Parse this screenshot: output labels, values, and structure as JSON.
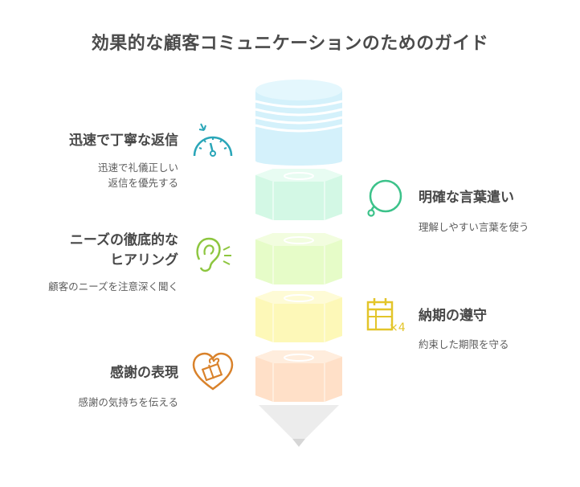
{
  "title": "効果的な顧客コミュニケーションのためのガイド",
  "colors": {
    "blue": "#d4f1fb",
    "green": "#d3f8e5",
    "lime": "#e6fcc8",
    "yellow": "#fdf8b8",
    "peach": "#ffe0c8",
    "pencil_tip": "#ececec",
    "icon_teal": "#2aa6b8",
    "icon_green": "#3cc28a",
    "icon_lime": "#8dc63f",
    "icon_yellow": "#e3c52a",
    "icon_orange": "#d9822b"
  },
  "sections": [
    {
      "id": "speed",
      "heading": "迅速で丁寧な返信",
      "description_lines": [
        "迅速で礼儀正しい",
        "返信を優先する"
      ],
      "icon": "speedometer-icon",
      "color": "blue"
    },
    {
      "id": "clarity",
      "heading": "明確な言葉遣い",
      "description_lines": [
        "理解しやすい言葉を使う"
      ],
      "icon": "speech-bubble-icon",
      "color": "green"
    },
    {
      "id": "listening",
      "heading_lines": [
        "ニーズの徹底的な",
        "ヒアリング"
      ],
      "description_lines": [
        "顧客のニーズを注意深く聞く"
      ],
      "icon": "ear-icon",
      "color": "lime"
    },
    {
      "id": "deadline",
      "heading": "納期の遵守",
      "description_lines": [
        "約束した期限を守る"
      ],
      "icon": "calendar-icon",
      "color": "yellow"
    },
    {
      "id": "gratitude",
      "heading": "感謝の表現",
      "description_lines": [
        "感謝の気持ちを伝える"
      ],
      "icon": "heart-gift-icon",
      "color": "peach"
    }
  ]
}
